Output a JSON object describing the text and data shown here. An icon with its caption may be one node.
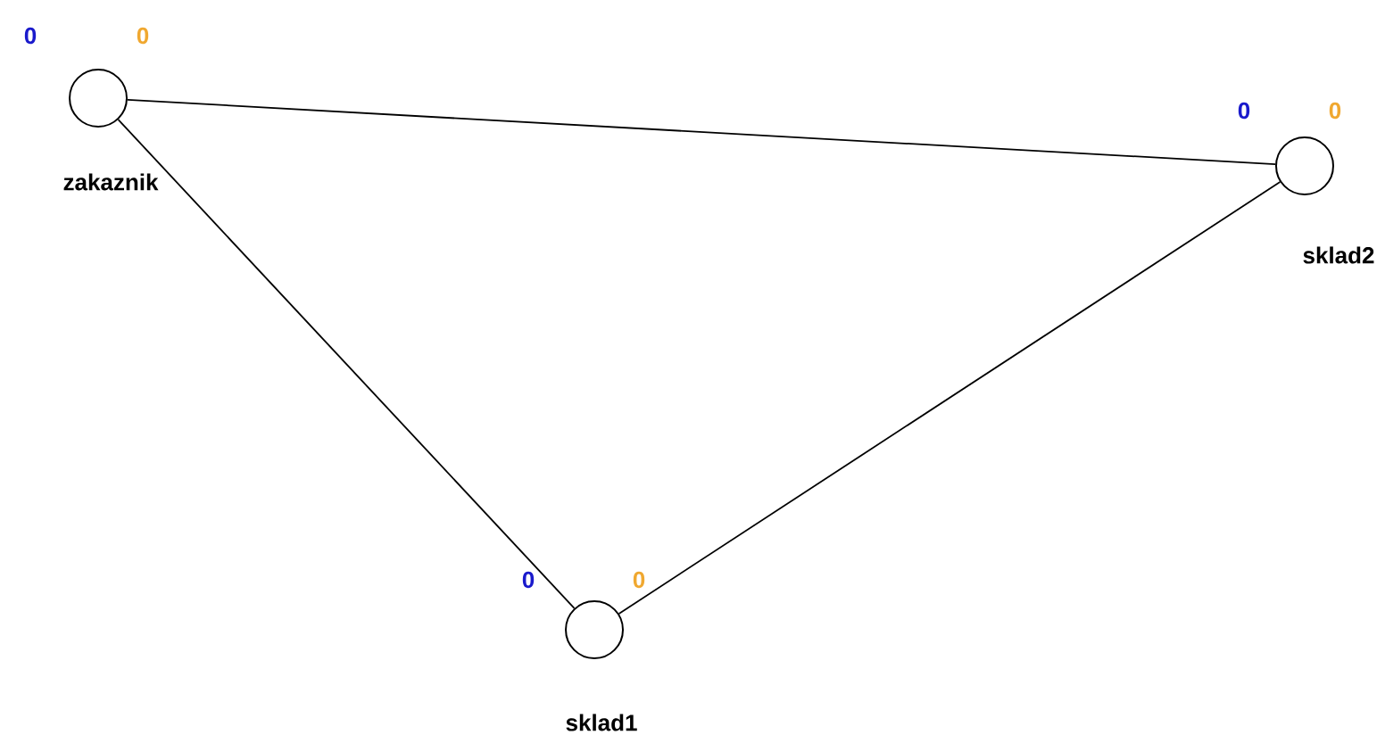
{
  "diagram": {
    "nodes": [
      {
        "text": [
          "zakaznik"
        ],
        "beside": [
          "0",
          "0"
        ]
      },
      {
        "text": [
          "sklad2"
        ],
        "beside": [
          "0",
          "0"
        ]
      },
      {
        "text": [
          "sklad1"
        ],
        "beside": [
          "0",
          "0"
        ]
      }
    ],
    "edges": [
      {
        "from": 0,
        "to": 1,
        "arrow": "none"
      },
      {
        "from": 0,
        "to": 2,
        "arrow": "none"
      },
      {
        "from": 2,
        "to": 1,
        "arrow": "none"
      }
    ]
  }
}
